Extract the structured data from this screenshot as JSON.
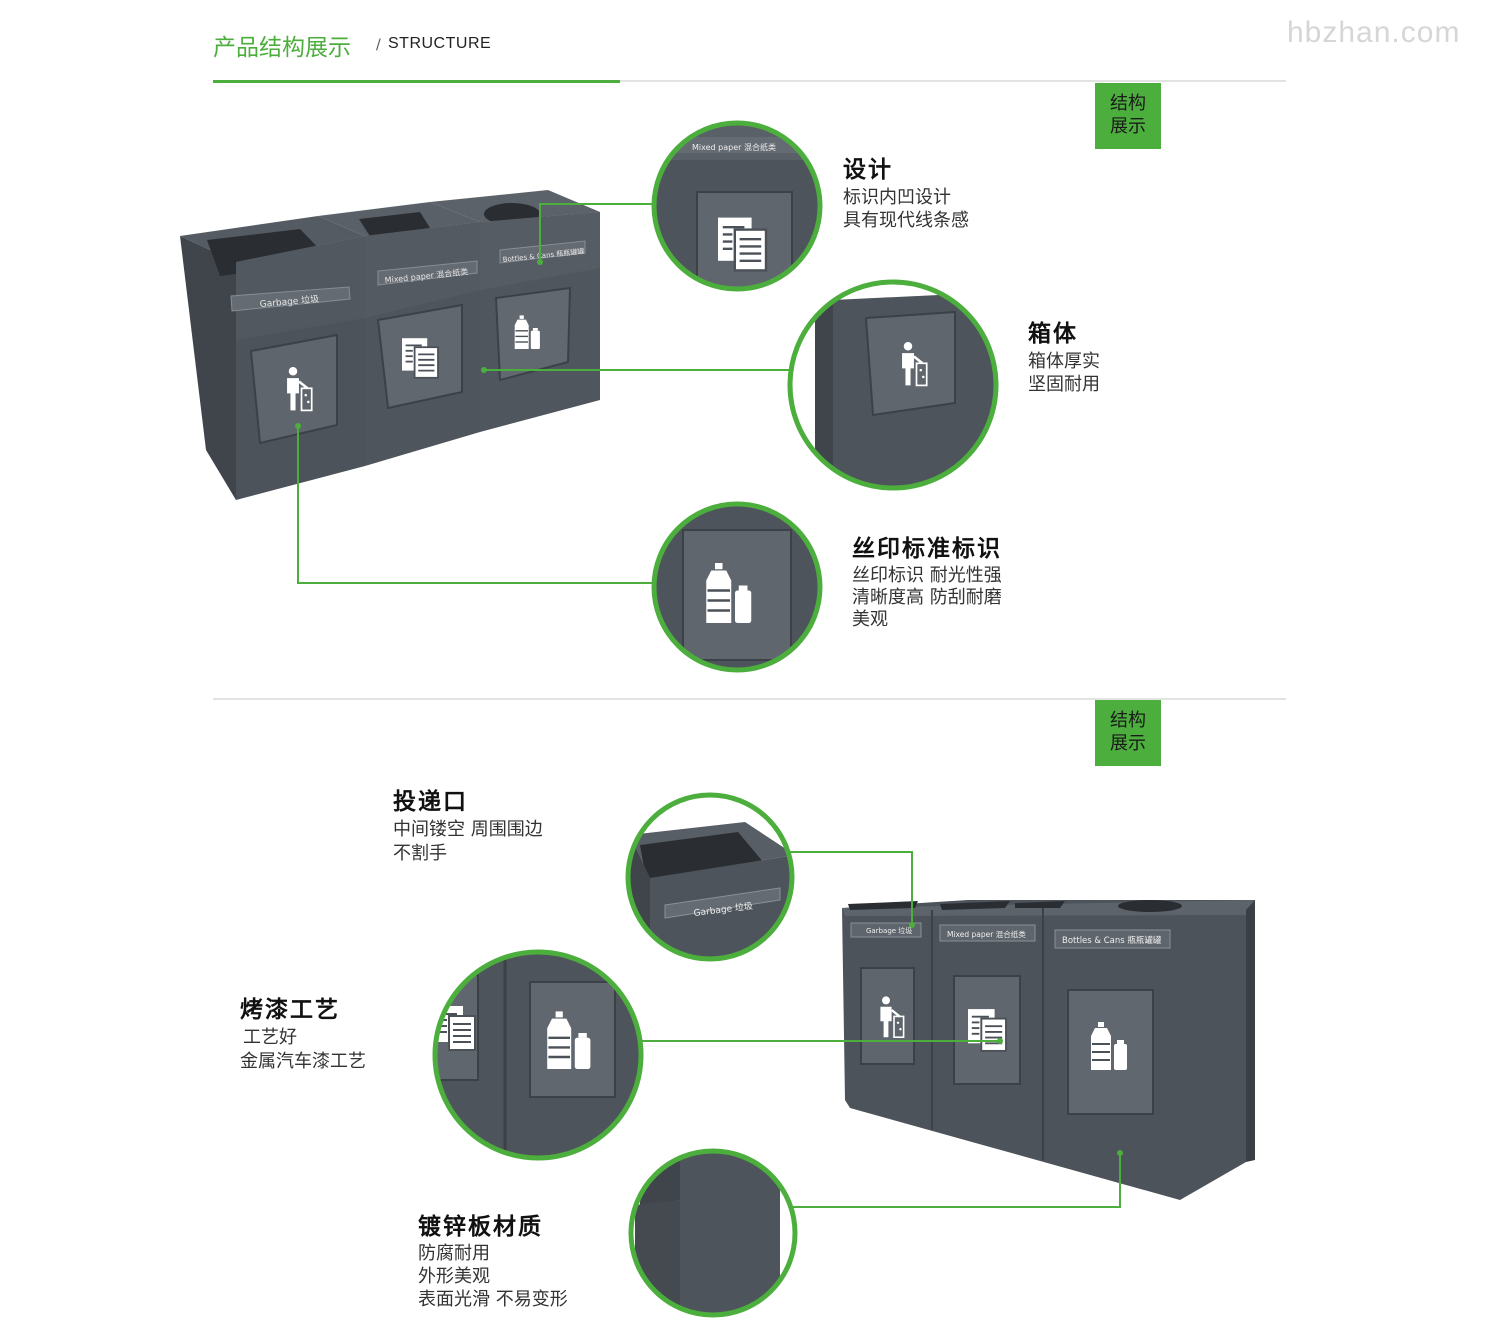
{
  "watermark": "hbzhan.com",
  "header": {
    "title_cn": "产品结构展示",
    "separator": "/",
    "title_en": "STRUCTURE"
  },
  "badges": {
    "top": "结构\n展示",
    "bottom": "结构\n展示"
  },
  "section1": {
    "features": [
      {
        "title": "设计",
        "lines": [
          "标识内凹设计",
          "具有现代线条感"
        ]
      },
      {
        "title": "箱体",
        "lines": [
          "箱体厚实",
          "坚固耐用"
        ]
      },
      {
        "title": "丝印标准标识",
        "lines": [
          "丝印标识 耐光性强",
          "清晰度高 防刮耐磨",
          "美观"
        ]
      }
    ]
  },
  "section2": {
    "features": [
      {
        "title": "投递口",
        "lines": [
          "中间镂空 周围围边",
          "不割手"
        ]
      },
      {
        "title": "烤漆工艺",
        "lines": [
          "工艺好",
          "金属汽车漆工艺"
        ]
      },
      {
        "title": "镀锌板材质",
        "lines": [
          "防腐耐用",
          "外形美观",
          "表面光滑  不易变形"
        ]
      }
    ]
  },
  "bin_labels": {
    "garbage": "Garbage 垃圾",
    "paper": "Mixed paper 混合纸类",
    "bottles": "Bottles & Cans 瓶瓶罐罐"
  },
  "colors": {
    "accent": "#4cae3c",
    "bin": "#4b5158",
    "bin_dark": "#3a3f45",
    "bin_light": "#5b6168"
  }
}
